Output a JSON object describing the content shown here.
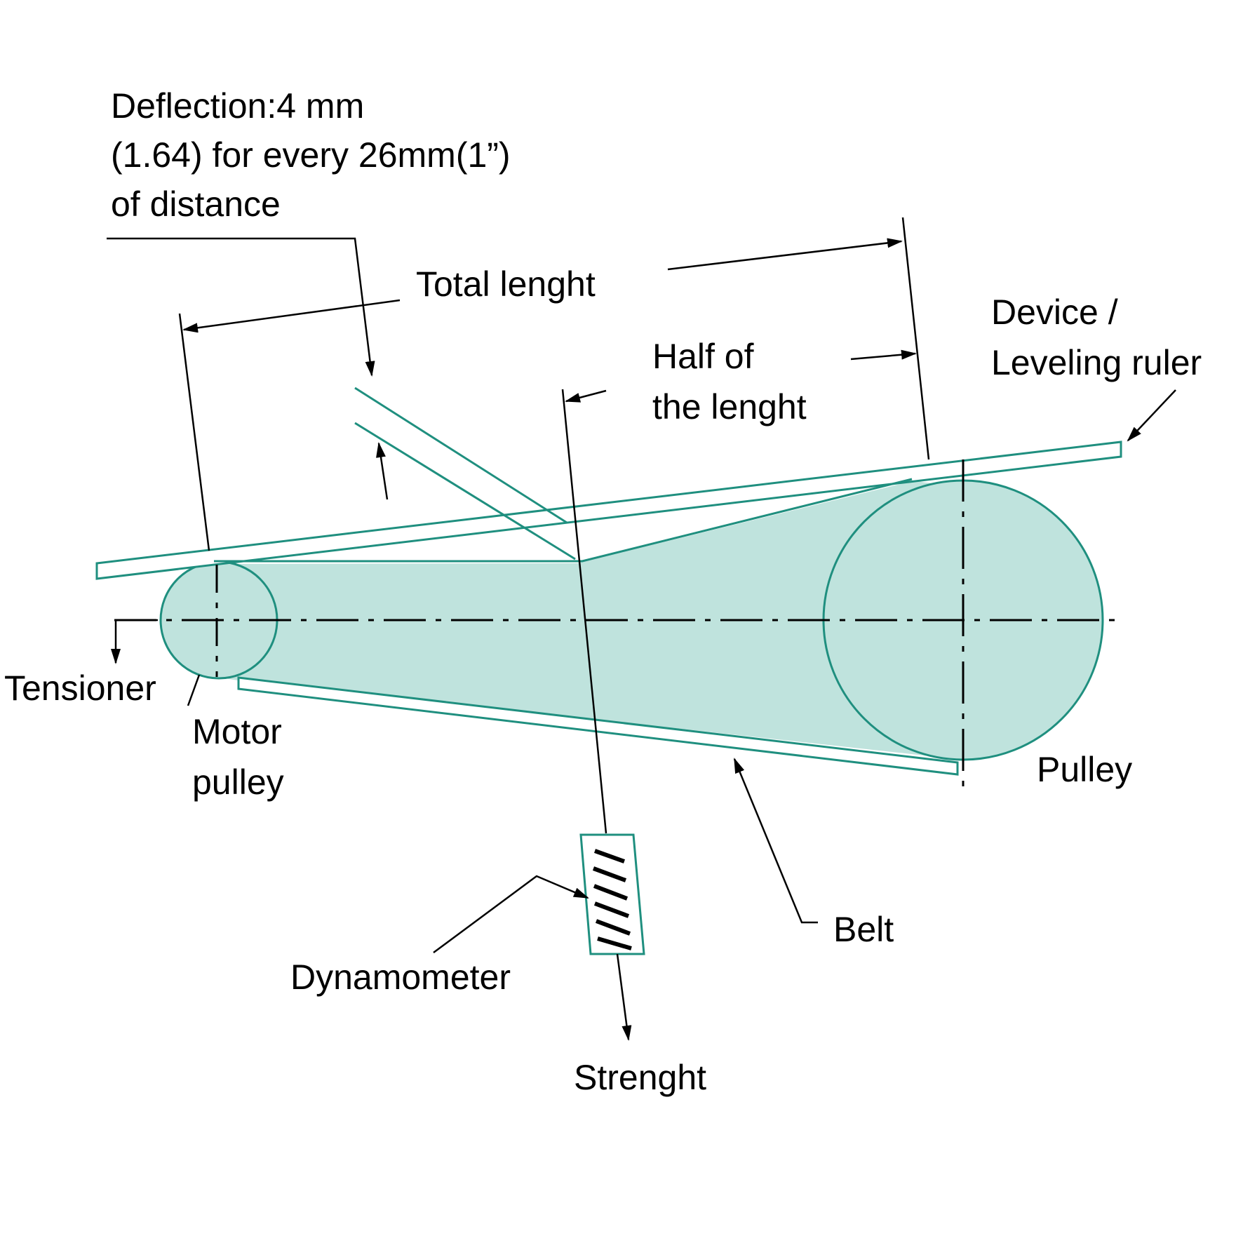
{
  "colors": {
    "belt_line": "#1f8f7f",
    "fill": "#bfe3dd",
    "ink": "#000000",
    "background": "#ffffff"
  },
  "labels": {
    "deflection_line1": "Deflection:4 mm",
    "deflection_line2": "(1.64) for every 26mm(1”)",
    "deflection_line3": "of distance",
    "total_length": "Total lenght",
    "half_line1": "Half of",
    "half_line2": "the lenght",
    "device_line1": "Device /",
    "device_line2": "Leveling ruler",
    "tensioner": "Tensioner",
    "motor_line1": "Motor",
    "motor_line2": "pulley",
    "pulley": "Pulley",
    "belt": "Belt",
    "dynamometer": "Dynamometer",
    "strength": "Strenght"
  }
}
